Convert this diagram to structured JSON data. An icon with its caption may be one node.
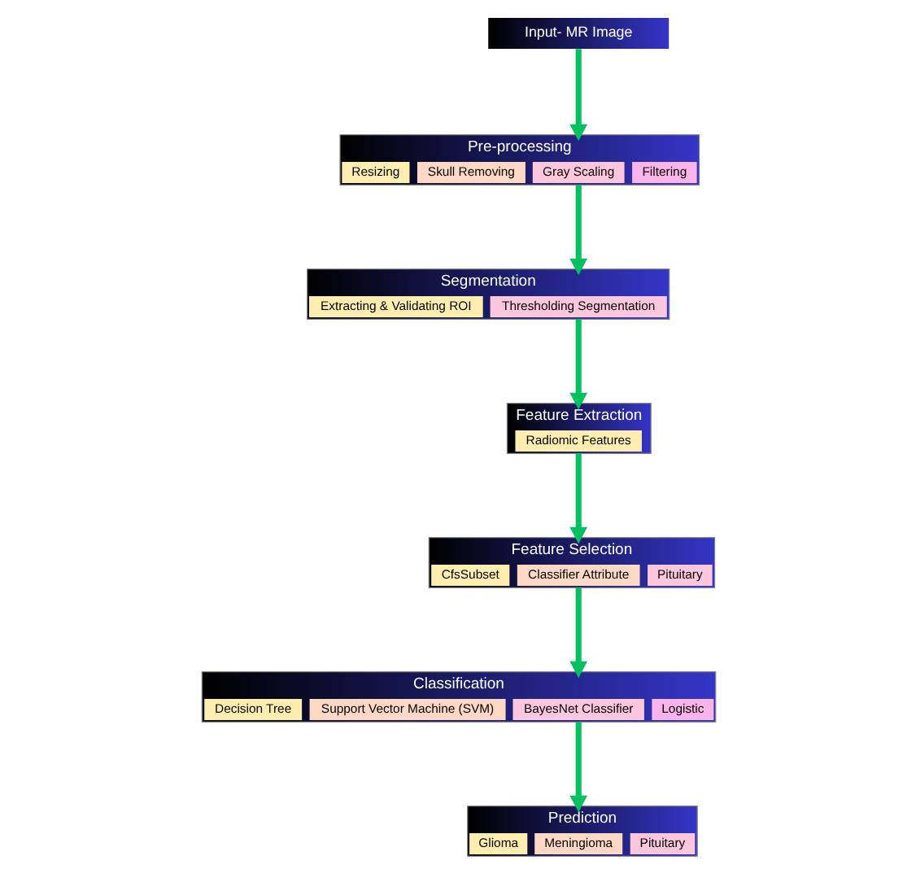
{
  "diagram": {
    "nodes": [
      {
        "text": [
          "Input- MR Image"
        ]
      },
      {
        "text": [
          "Pre-processing"
        ]
      },
      {
        "text": [
          "Resizing"
        ],
        "in": 1
      },
      {
        "text": [
          "Skull Removing"
        ],
        "in": 1
      },
      {
        "text": [
          "Gray Scaling"
        ],
        "in": 1
      },
      {
        "text": [
          "Filtering"
        ],
        "in": 1
      },
      {
        "text": [
          "Segmentation"
        ]
      },
      {
        "text": [
          "Extracting & Validating ROI"
        ],
        "in": 6
      },
      {
        "text": [
          "Thresholding Segmentation"
        ],
        "in": 6
      },
      {
        "text": [
          "Feature Extraction"
        ]
      },
      {
        "text": [
          "Radiomic Features"
        ],
        "in": 9
      },
      {
        "text": [
          "Feature Selection"
        ]
      },
      {
        "text": [
          "CfsSubset"
        ],
        "in": 11
      },
      {
        "text": [
          "Classifier Attribute"
        ],
        "in": 11
      },
      {
        "text": [
          "Pituitary"
        ],
        "in": 11
      },
      {
        "text": [
          "Classification"
        ]
      },
      {
        "text": [
          "Decision Tree"
        ],
        "in": 15
      },
      {
        "text": [
          "Support Vector Machine (SVM)"
        ],
        "in": 15
      },
      {
        "text": [
          "BayesNet Classifier"
        ],
        "in": 15
      },
      {
        "text": [
          "Logistic"
        ],
        "in": 15
      },
      {
        "text": [
          "Prediction"
        ]
      },
      {
        "text": [
          "Glioma"
        ],
        "in": 20
      },
      {
        "text": [
          "Meningioma"
        ],
        "in": 20
      },
      {
        "text": [
          "Pituitary"
        ],
        "in": 20
      }
    ],
    "edges": [
      {
        "from": 0,
        "to": 1,
        "arrow": "to"
      },
      {
        "from": 1,
        "to": 6,
        "arrow": "to"
      },
      {
        "from": 6,
        "to": 9,
        "arrow": "to"
      },
      {
        "from": 9,
        "to": 11,
        "arrow": "to"
      },
      {
        "from": 11,
        "to": 15,
        "arrow": "to"
      },
      {
        "from": 15,
        "to": 20,
        "arrow": "to"
      }
    ]
  }
}
